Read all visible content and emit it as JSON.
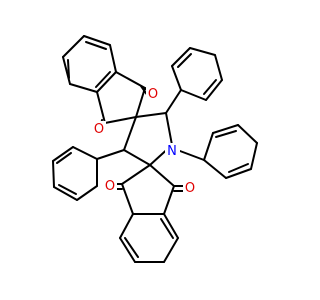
{
  "molecule": {
    "atom_labels": {
      "oxygen_1": "O",
      "oxygen_2": "O",
      "oxygen_3": "O",
      "oxygen_4": "O",
      "nitrogen": "N"
    },
    "colors": {
      "bond": "#000000",
      "oxygen": "#e00000",
      "nitrogen": "#0000ff",
      "background": "#ffffff"
    }
  }
}
